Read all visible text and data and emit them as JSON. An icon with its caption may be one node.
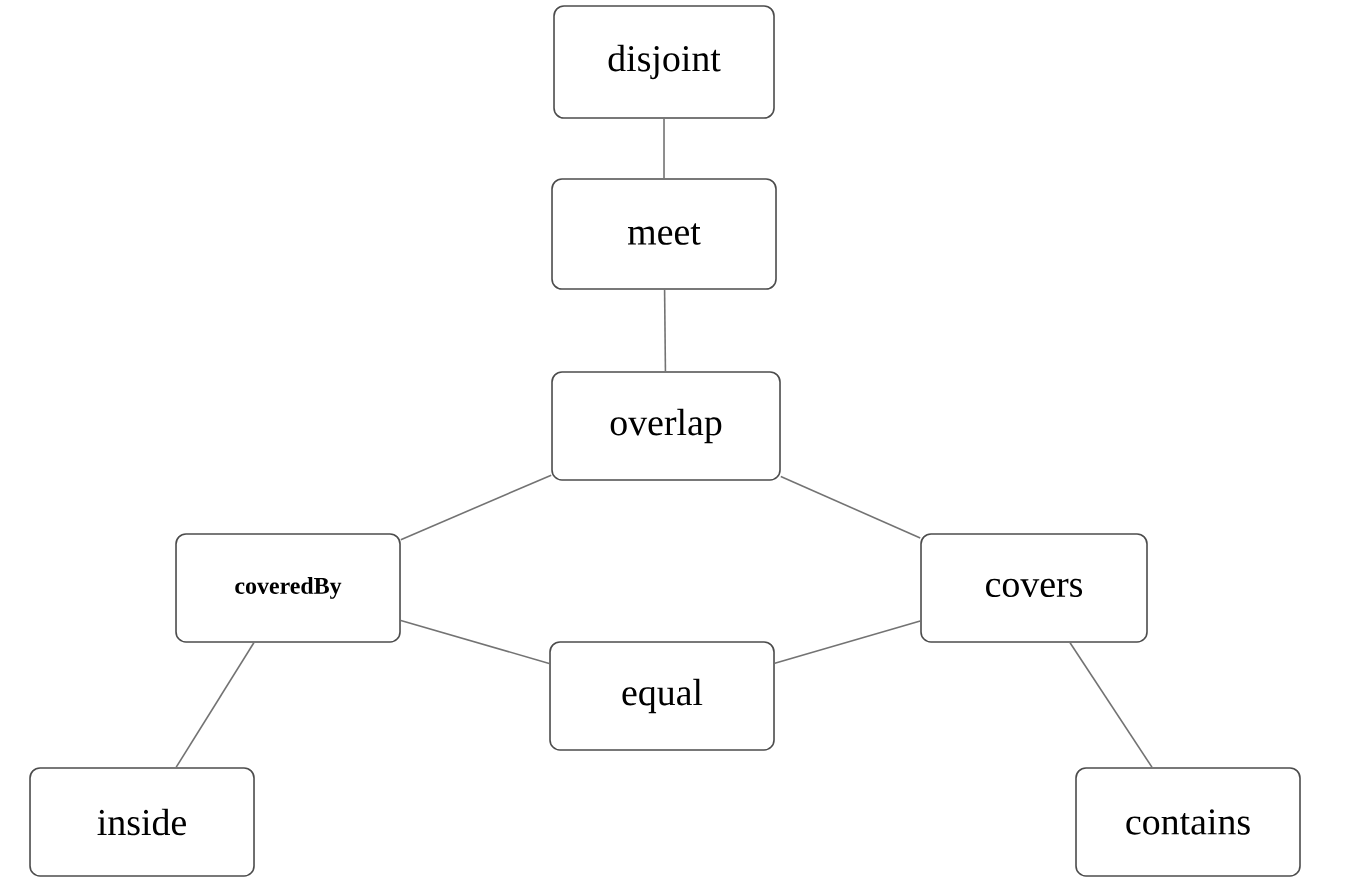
{
  "diagram": {
    "nodes": [
      {
        "text": [
          "disjoint"
        ]
      },
      {
        "text": [
          "meet"
        ]
      },
      {
        "text": [
          "overlap"
        ]
      },
      {
        "text": [
          "coveredBy"
        ]
      },
      {
        "text": [
          "covers"
        ]
      },
      {
        "text": [
          "equal"
        ]
      },
      {
        "text": [
          "inside"
        ]
      },
      {
        "text": [
          "contains"
        ]
      }
    ],
    "edges": [
      {
        "from": 0,
        "to": 1,
        "arrow": "none"
      },
      {
        "from": 1,
        "to": 2,
        "arrow": "none"
      },
      {
        "from": 2,
        "to": 3,
        "arrow": "none"
      },
      {
        "from": 2,
        "to": 4,
        "arrow": "none"
      },
      {
        "from": 3,
        "to": 5,
        "arrow": "none"
      },
      {
        "from": 4,
        "to": 5,
        "arrow": "none"
      },
      {
        "from": 3,
        "to": 6,
        "arrow": "none"
      },
      {
        "from": 4,
        "to": 7,
        "arrow": "none"
      }
    ]
  }
}
